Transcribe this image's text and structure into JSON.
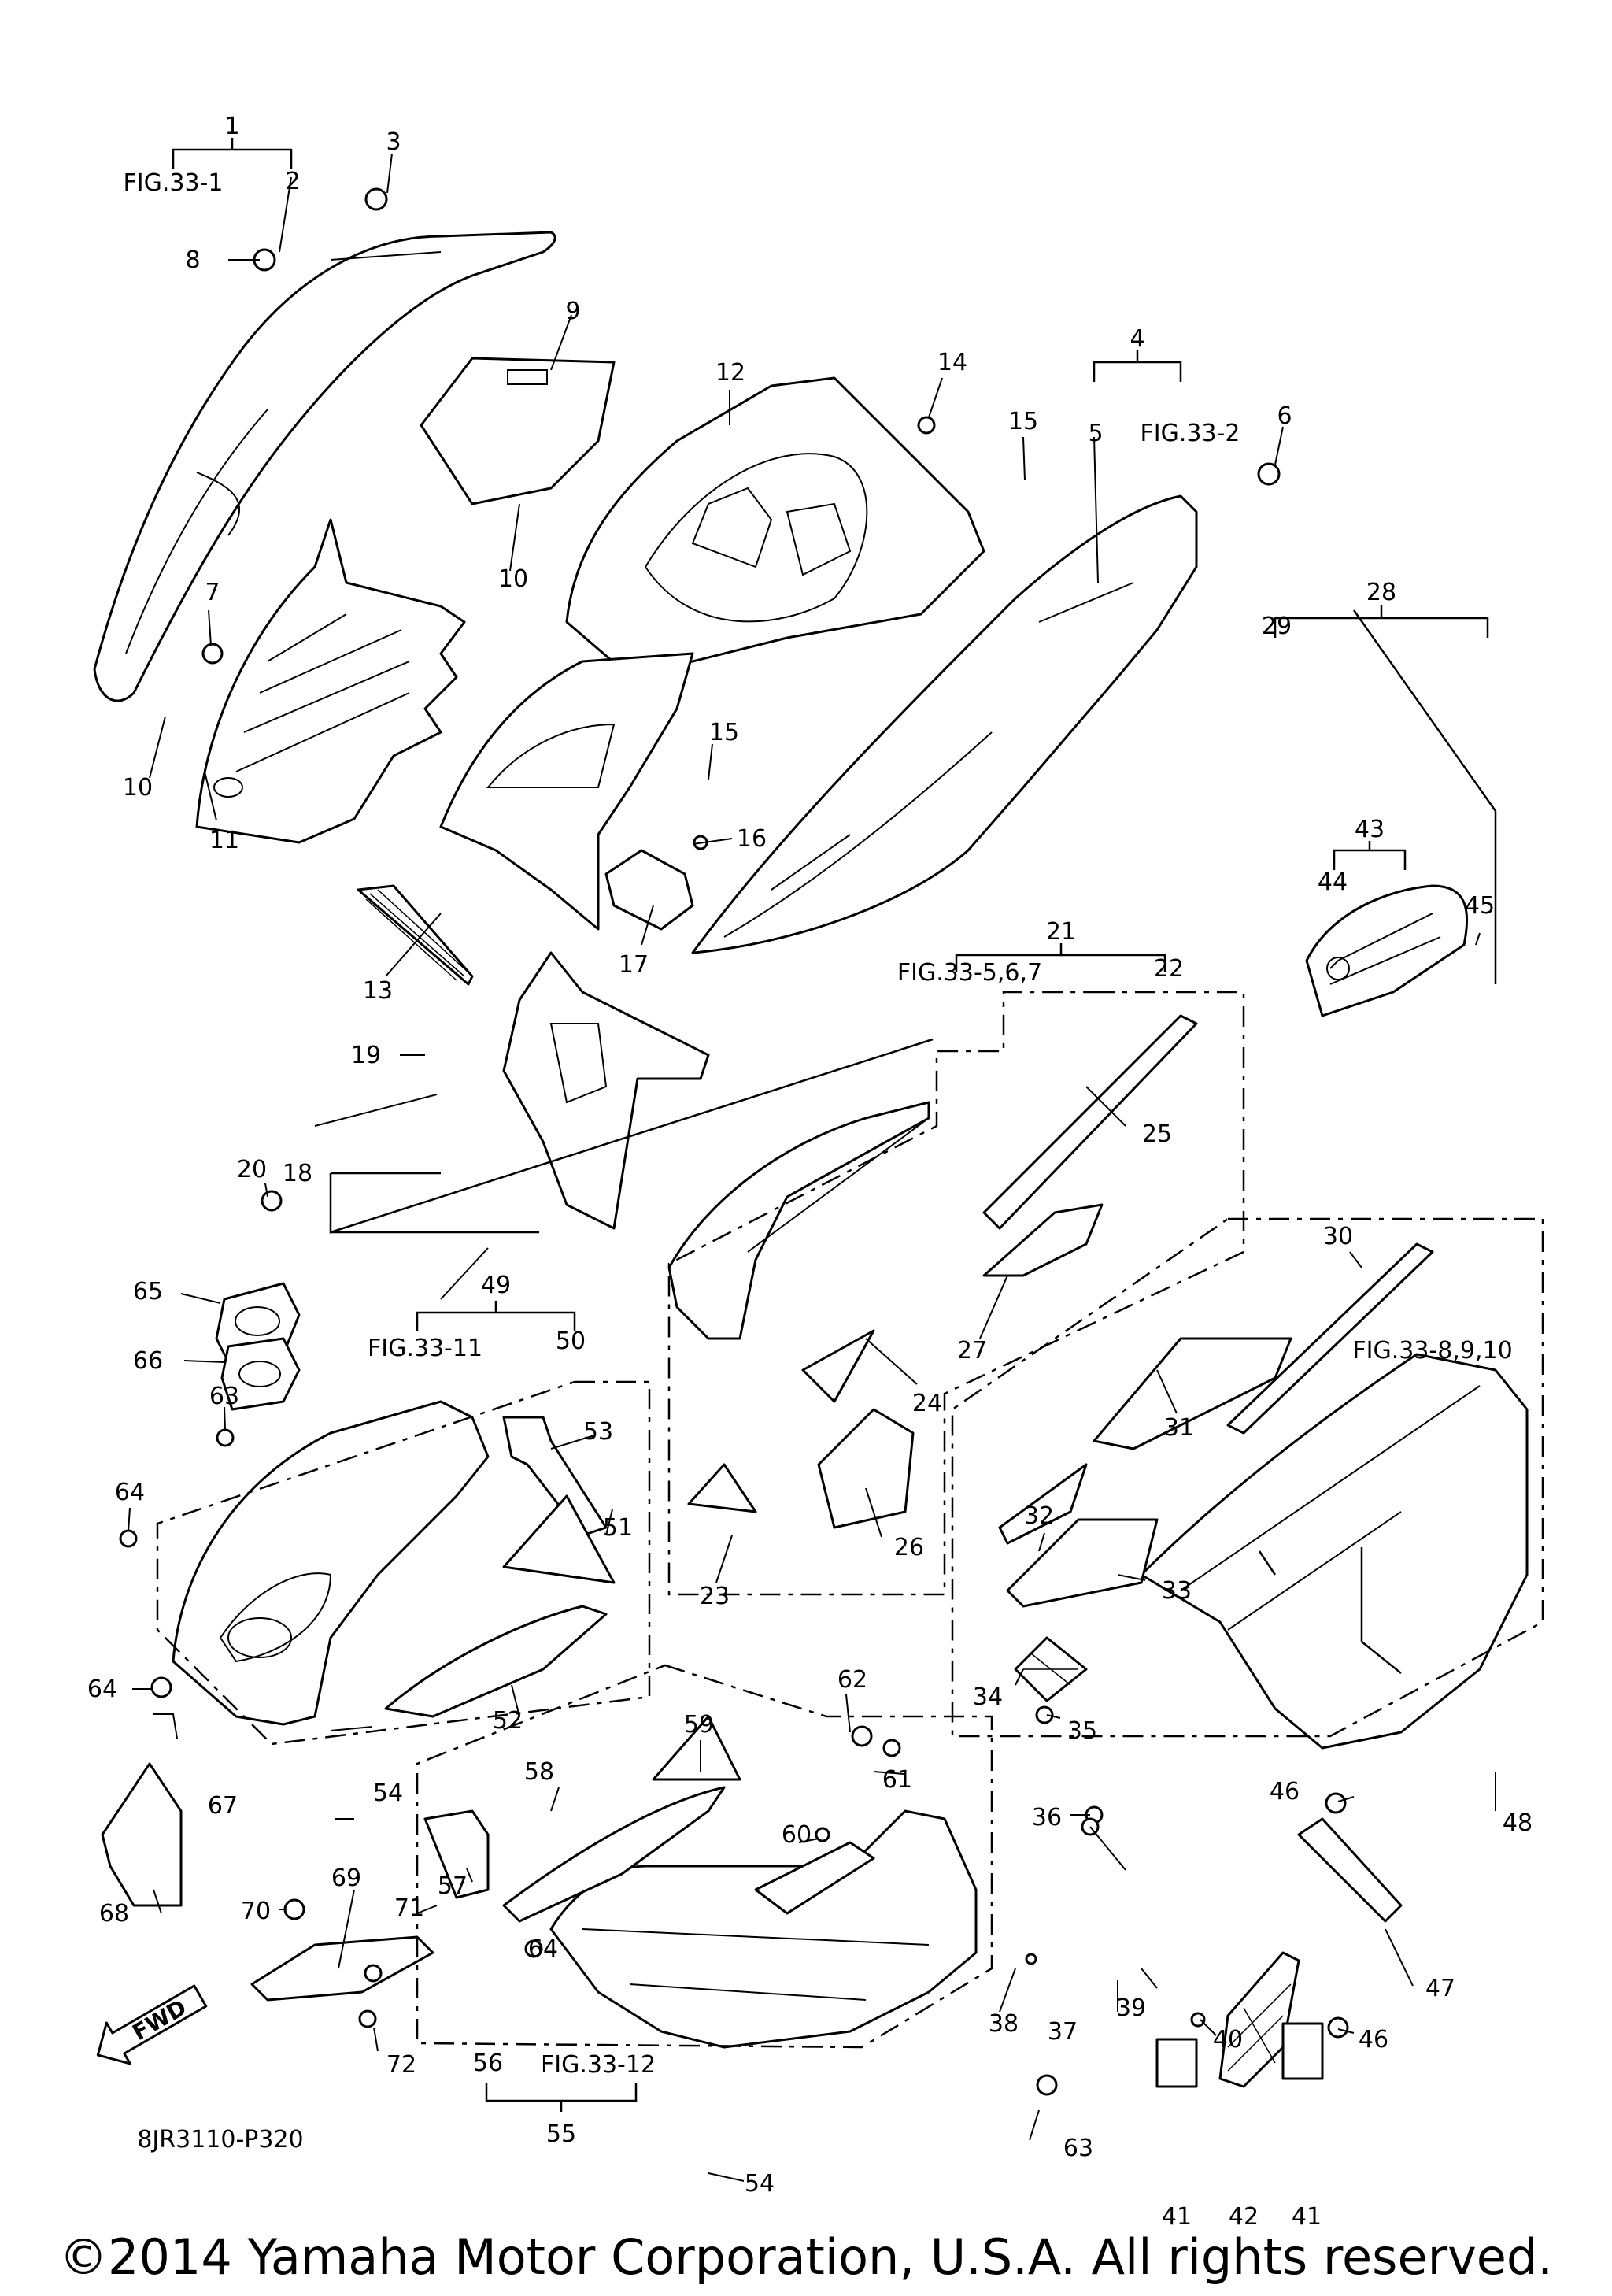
{
  "diagram": {
    "figure_code": "8JR3110-P320",
    "copyright": "©2014 Yamaha Motor Corporation, U.S.A. All rights reserved.",
    "fwd_label": "FWD",
    "callouts": [
      "1",
      "2",
      "3",
      "4",
      "5",
      "6",
      "7",
      "8",
      "9",
      "10",
      "10",
      "11",
      "12",
      "13",
      "14",
      "15",
      "15",
      "16",
      "17",
      "18",
      "19",
      "20",
      "21",
      "22",
      "23",
      "24",
      "25",
      "26",
      "27",
      "28",
      "29",
      "30",
      "31",
      "32",
      "33",
      "34",
      "35",
      "36",
      "37",
      "38",
      "39",
      "40",
      "41",
      "41",
      "42",
      "43",
      "44",
      "45",
      "46",
      "46",
      "47",
      "48",
      "49",
      "50",
      "51",
      "52",
      "53",
      "54",
      "54",
      "55",
      "56",
      "57",
      "58",
      "59",
      "60",
      "61",
      "62",
      "63",
      "63",
      "64",
      "64",
      "64",
      "65",
      "66",
      "67",
      "68",
      "69",
      "70",
      "71",
      "72"
    ],
    "fig_refs": [
      "FIG.33-1",
      "FIG.33-2",
      "FIG.33-5,6,7",
      "FIG.33-8,9,10",
      "FIG.33-11",
      "FIG.33-12"
    ]
  }
}
